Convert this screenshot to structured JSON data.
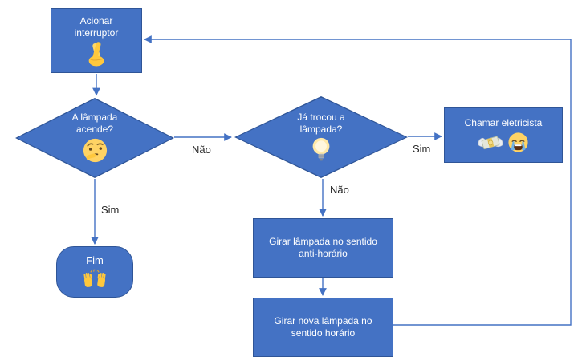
{
  "diagram": {
    "type": "flowchart",
    "language": "pt-BR",
    "colors": {
      "shape_fill": "#4472C4",
      "shape_border": "#2F5597",
      "connector": "#4472C4",
      "shape_text": "#FFFFFF",
      "edge_label_text": "#262626",
      "background": "#FFFFFF"
    },
    "nodes": {
      "start": {
        "shape": "rectangle",
        "label": "Acionar interruptor",
        "icon": "crossed-fingers"
      },
      "lamp_lights": {
        "shape": "diamond",
        "label": "A lâmpada acende?",
        "icon": "thinking-face"
      },
      "end": {
        "shape": "stadium",
        "label": "Fim",
        "icon": "raising-hands"
      },
      "changed_lamp": {
        "shape": "diamond",
        "label": "Já trocou a lâmpada?",
        "icon": "light-bulb"
      },
      "call_electrician": {
        "shape": "rectangle",
        "label": "Chamar eletricista",
        "icons": [
          "money-with-wings",
          "loudly-crying-face"
        ]
      },
      "turn_ccw": {
        "shape": "rectangle",
        "label": "Girar lâmpada no sentido anti-horário"
      },
      "turn_cw": {
        "shape": "rectangle",
        "label": "Girar nova lâmpada no sentido horário"
      }
    },
    "edge_labels": {
      "lamp_lights_no": "Não",
      "lamp_lights_yes": "Sim",
      "changed_lamp_yes": "Sim",
      "changed_lamp_no": "Não"
    }
  }
}
